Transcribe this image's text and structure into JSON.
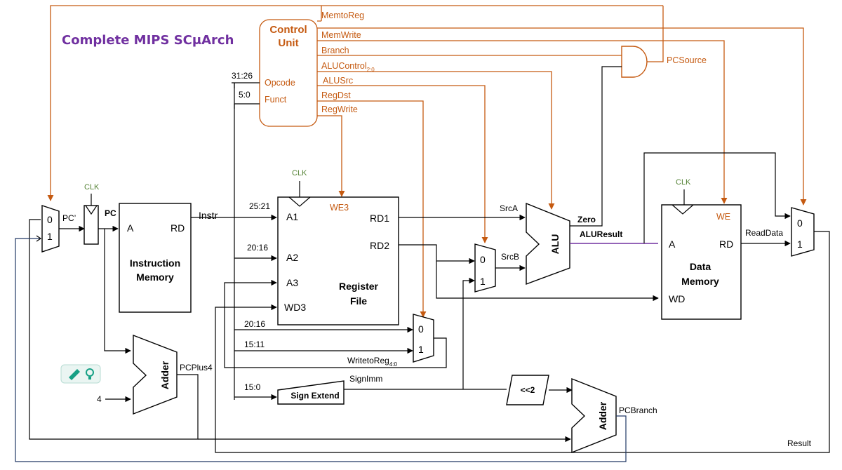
{
  "title": "Complete MIPS SCμArch",
  "control_unit": {
    "name_line1": "Control",
    "name_line2": "Unit",
    "inputs": {
      "opcode": "Opcode",
      "funct": "Funct"
    },
    "outputs": {
      "memtoreg": "MemtoReg",
      "memwrite": "MemWrite",
      "branch": "Branch",
      "alucontrol": "ALUControl",
      "alucontrol_bits": "2:0",
      "alusrc": "ALUSrc",
      "regdst": "RegDst",
      "regwrite": "RegWrite"
    }
  },
  "gate": {
    "output": "PCSource"
  },
  "instr_fields": {
    "opcode": "31:26",
    "funct": "5:0",
    "rs": "25:21",
    "rt": "20:16",
    "rt2": "20:16",
    "rd": "15:11",
    "imm": "15:0"
  },
  "clk": "CLK",
  "pc_mux": {
    "in0": "0",
    "in1": "1",
    "out": "PC’"
  },
  "pc_reg": {
    "out": "PC"
  },
  "imem": {
    "port_a": "A",
    "port_rd": "RD",
    "line1": "Instruction",
    "line2": "Memory",
    "out": "Instr"
  },
  "regfile": {
    "a1": "A1",
    "a2": "A2",
    "a3": "A3",
    "wd3": "WD3",
    "we3": "WE3",
    "rd1": "RD1",
    "rd2": "RD2",
    "line1": "Register",
    "line2": "File"
  },
  "wr_mux": {
    "in0": "0",
    "in1": "1",
    "out": "WritetoReg",
    "out_bits": "4:0"
  },
  "sign_extend": {
    "label": "Sign Extend",
    "out": "SignImm"
  },
  "src_mux": {
    "in0": "0",
    "in1": "1"
  },
  "alu": {
    "label": "ALU",
    "srca": "SrcA",
    "srcb": "SrcB",
    "zero": "Zero",
    "result": "ALUResult"
  },
  "dmem": {
    "port_a": "A",
    "port_rd": "RD",
    "port_wd": "WD",
    "we": "WE",
    "line1": "Data",
    "line2": "Memory"
  },
  "res_mux": {
    "in0": "0",
    "in1": "1",
    "readdata": "ReadData"
  },
  "pc_adder": {
    "label": "Adder",
    "const": "4",
    "out": "PCPlus4"
  },
  "shift": {
    "label": "<<2"
  },
  "branch_adder": {
    "label": "Adder",
    "out": "PCBranch"
  },
  "result": "Result",
  "colors": {
    "control": "#c55a11",
    "title": "#7030a0",
    "clock": "#548235",
    "alu_result": "#7030a0",
    "result_wire": "#203864"
  }
}
